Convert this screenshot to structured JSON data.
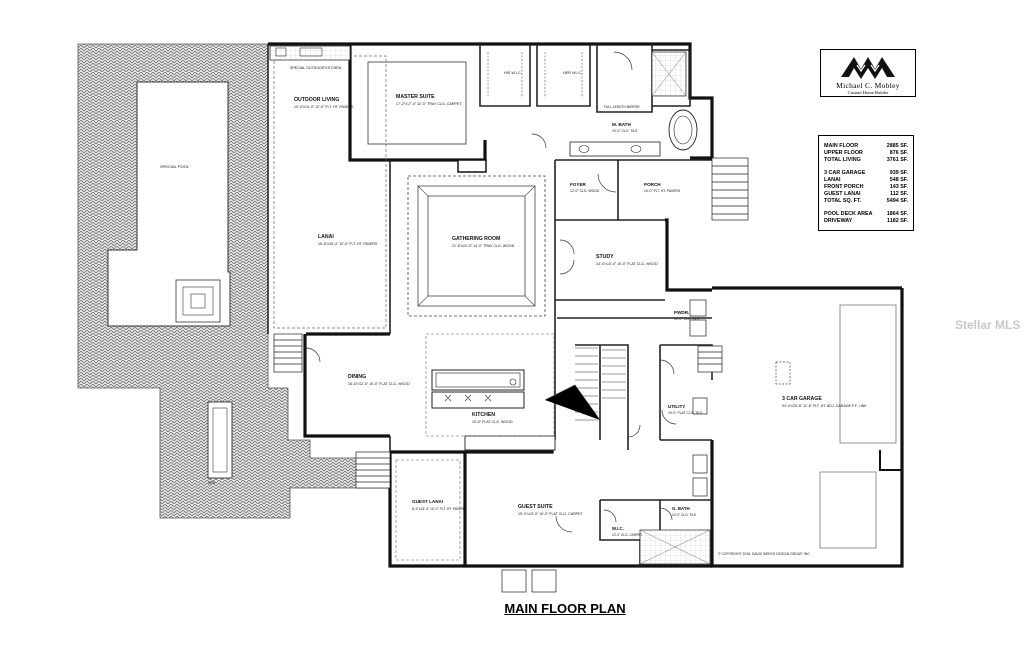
{
  "title": "MAIN FLOOR PLAN",
  "builder": {
    "name": "Michael C. Mobley",
    "tagline": "Custom Home Builder"
  },
  "square_footage": [
    {
      "label": "MAIN FLOOR",
      "value": "2885 SF."
    },
    {
      "label": "UPPER FLOOR",
      "value": "876 SF."
    },
    {
      "label": "TOTAL LIVING",
      "value": "3761 SF."
    },
    {
      "label": "3 CAR GARAGE",
      "value": "939 SF."
    },
    {
      "label": "LANAI",
      "value": "548 SF."
    },
    {
      "label": "FRONT PORCH",
      "value": "143 SF."
    },
    {
      "label": "GUEST LANAI",
      "value": "112 SF."
    },
    {
      "label": "TOTAL SQ. FT.",
      "value": "5494 SF."
    },
    {
      "label": "POOL DECK AREA",
      "value": "1864 SF."
    },
    {
      "label": "DRIVEWAY",
      "value": "1182 SF."
    }
  ],
  "rooms": {
    "outdoor_kitchen": "SPECIAL OUTDOOR KITCHEN",
    "outdoor_living": "OUTDOOR LIVING",
    "outdoor_living_dims": "10'-0\"x13'-0\" 12'-0\" FLT. HT. PAVERS",
    "special_pool": "SPECIAL POOL",
    "lanai": "LANAI",
    "lanai_dims": "18'-8\"x33'-4\" 12'-0\" FLT. HT. PAVERS",
    "master_suite": "MASTER SUITE",
    "master_suite_dims": "17'-2\"x17'-4\" 12'-0\" TRAY CLG. CARPET",
    "his_wic": "HIS W.I.C.",
    "her_wic": "HER W.I.C.",
    "linen": "FULL-LENGTH MIRROR",
    "m_bath": "M. BATH",
    "m_bath_dims": "10'-0\" CLG. TILE",
    "gathering_room": "GATHERING ROOM",
    "gathering_room_dims": "21'-6\"x22'-0\" 14'-0\" TRAY CLG. WOOD",
    "foyer": "FOYER",
    "foyer_dims": "12'-0\" CLG. WOOD",
    "porch": "PORCH",
    "porch_dims": "10'-0\" FLT. HT. PAVERS",
    "study": "STUDY",
    "study_dims": "14'-4\"x13'-0\" 10'-0\" FLAT CLG. WOOD",
    "powder": "PWDR.",
    "powder_dims": "10'-0\" CLG. TILE",
    "dining": "DINING",
    "dining_dims": "16'-8\"x12'-0\" 10'-0\" FLAT CLG. WOOD",
    "kitchen": "KITCHEN",
    "kitchen_dims": "10'-0\" FLAT CLG. WOOD",
    "utility": "UTILITY",
    "utility_dims": "10'-0\" FLAT CLG. TILE",
    "garage": "3 CAR GARAGE",
    "garage_dims": "34'-0\"x25'-8\" 11'-8\" FLT. HT. ADJ. GARAGE F.F. LINE",
    "guest_lanai": "GUEST LANAI",
    "guest_lanai_dims": "8'-4\"x13'-4\" 10'-0\" FLT. HT. PAVERS",
    "guest_suite": "GUEST SUITE",
    "guest_suite_dims": "15'-0\"x13'-0\" 10'-0\" FLAT CLG. CARPET",
    "g_wic": "W.I.C.",
    "g_wic_dims": "10'-0\" CLG. CARPET",
    "g_bath": "G. BATH",
    "g_bath_dims": "10'-0\" CLG. TILE",
    "spa": "SPA"
  },
  "copyright": "© COPYRIGHT 2018, DAVID WEEKS DESIGN GROUP, INC.",
  "watermark": "Stellar MLS",
  "colors": {
    "wall": "#1a1a1a",
    "hatch": "#777777",
    "paper": "#ffffff"
  }
}
